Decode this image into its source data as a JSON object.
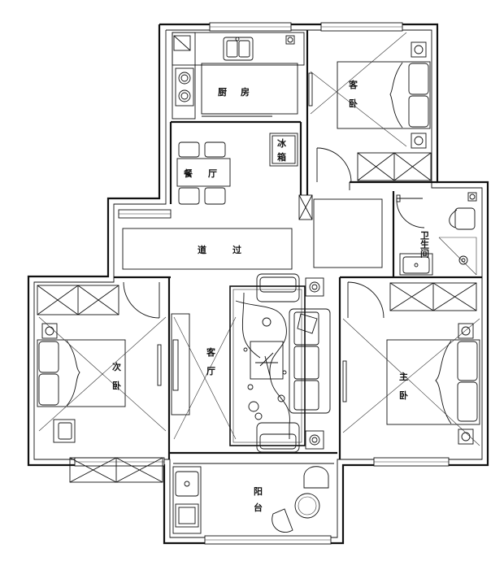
{
  "rooms": {
    "kitchen": [
      "厨",
      "房"
    ],
    "guest_bedroom": [
      "客",
      "卧"
    ],
    "dining": [
      "餐",
      "厅"
    ],
    "fridge": [
      "冰",
      "箱"
    ],
    "corridor": [
      "过",
      "道"
    ],
    "bathroom": "卫生间",
    "second_bedroom": [
      "次",
      "卧"
    ],
    "living": [
      "客",
      "厅"
    ],
    "master_bedroom": [
      "主",
      "卧"
    ],
    "balcony": [
      "阳",
      "台"
    ]
  }
}
